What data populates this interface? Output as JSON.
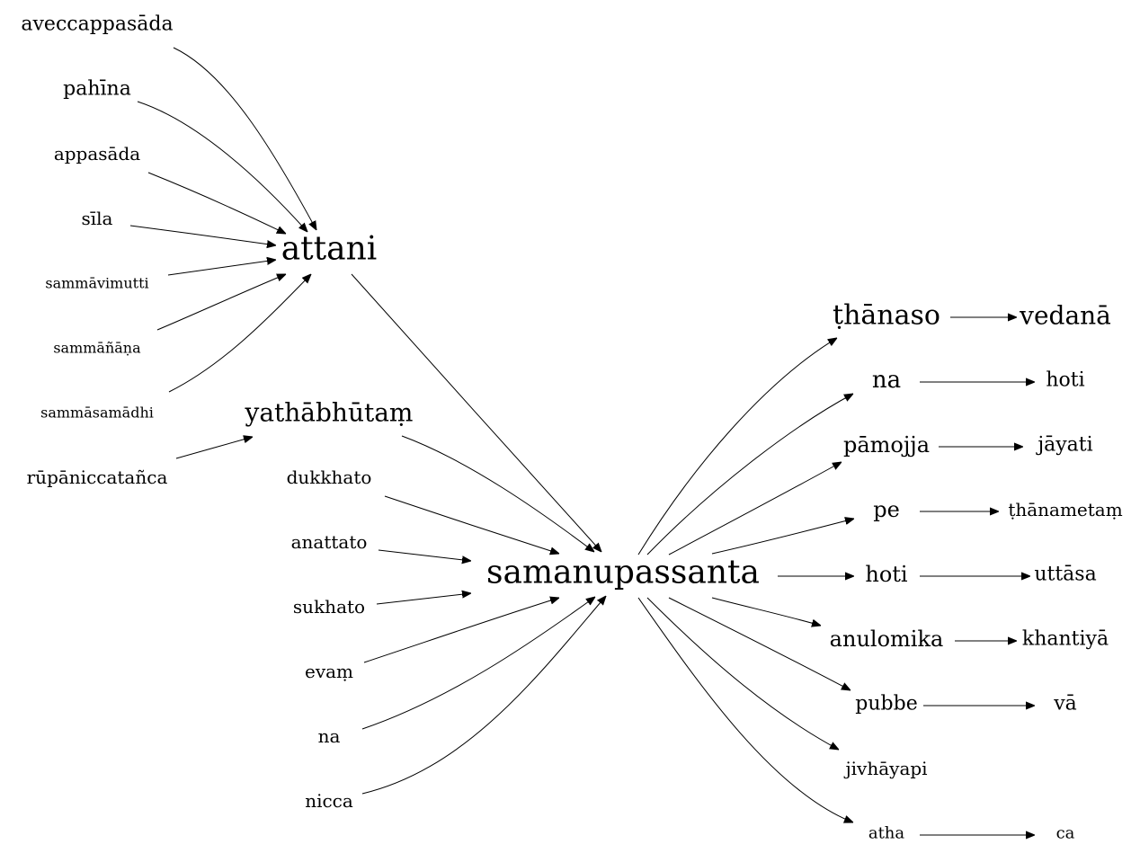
{
  "nodes": {
    "aveccappasada": "aveccappasāda",
    "pahina": "pahīna",
    "appasada": "appasāda",
    "sila": "sīla",
    "sammavimutti": "sammāvimutti",
    "sammananana": "sammāñāṇa",
    "sammasamadhi": "sammāsamādhi",
    "rupaniccatanca": "rūpāniccatañca",
    "attani": "attani",
    "yathabhutam": "yathābhūtaṃ",
    "dukkhato": "dukkhato",
    "anattato": "anattato",
    "sukhato": "sukhato",
    "evam": "evaṃ",
    "na_left": "na",
    "nicca": "nicca",
    "samanupassanta": "samanupassanta",
    "thanaso": "ṭhānaso",
    "vedana": "vedanā",
    "na_right": "na",
    "hoti_top": "hoti",
    "pamojja": "pāmojja",
    "jayati": "jāyati",
    "pe": "pe",
    "thanametam": "ṭhānametaṃ",
    "hoti_mid": "hoti",
    "uttasa": "uttāsa",
    "anulomika": "anulomika",
    "khantiya": "khantiyā",
    "pubbe": "pubbe",
    "va": "vā",
    "jivhayapi": "jivhāyapi",
    "atha": "atha",
    "ca": "ca"
  },
  "edges": [
    {
      "from": "aveccappasada",
      "to": "attani"
    },
    {
      "from": "pahina",
      "to": "attani"
    },
    {
      "from": "appasada",
      "to": "attani"
    },
    {
      "from": "sila",
      "to": "attani"
    },
    {
      "from": "sammavimutti",
      "to": "attani"
    },
    {
      "from": "sammananana",
      "to": "attani"
    },
    {
      "from": "sammasamadhi",
      "to": "attani"
    },
    {
      "from": "rupaniccatanca",
      "to": "yathabhutam"
    },
    {
      "from": "attani",
      "to": "samanupassanta"
    },
    {
      "from": "yathabhutam",
      "to": "samanupassanta"
    },
    {
      "from": "dukkhato",
      "to": "samanupassanta"
    },
    {
      "from": "anattato",
      "to": "samanupassanta"
    },
    {
      "from": "sukhato",
      "to": "samanupassanta"
    },
    {
      "from": "evam",
      "to": "samanupassanta"
    },
    {
      "from": "na_left",
      "to": "samanupassanta"
    },
    {
      "from": "nicca",
      "to": "samanupassanta"
    },
    {
      "from": "samanupassanta",
      "to": "thanaso"
    },
    {
      "from": "samanupassanta",
      "to": "na_right"
    },
    {
      "from": "samanupassanta",
      "to": "pamojja"
    },
    {
      "from": "samanupassanta",
      "to": "pe"
    },
    {
      "from": "samanupassanta",
      "to": "hoti_mid"
    },
    {
      "from": "samanupassanta",
      "to": "anulomika"
    },
    {
      "from": "samanupassanta",
      "to": "pubbe"
    },
    {
      "from": "samanupassanta",
      "to": "jivhayapi"
    },
    {
      "from": "samanupassanta",
      "to": "atha"
    },
    {
      "from": "thanaso",
      "to": "vedana"
    },
    {
      "from": "na_right",
      "to": "hoti_top"
    },
    {
      "from": "pamojja",
      "to": "jayati"
    },
    {
      "from": "pe",
      "to": "thanametam"
    },
    {
      "from": "hoti_mid",
      "to": "uttasa"
    },
    {
      "from": "anulomika",
      "to": "khantiya"
    },
    {
      "from": "pubbe",
      "to": "va"
    },
    {
      "from": "atha",
      "to": "ca"
    }
  ]
}
